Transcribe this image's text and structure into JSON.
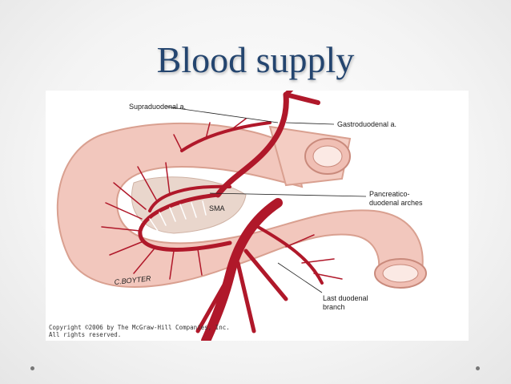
{
  "slide": {
    "title": "Blood supply"
  },
  "diagram": {
    "labels": {
      "supraduodenal": "Supraduodenal a.",
      "gastroduodenal": "Gastroduodenal a.",
      "pancreatico_line1": "Pancreatico-",
      "pancreatico_line2": "duodenal arches",
      "sma": "SMA",
      "last_duodenal_line1": "Last duodenal",
      "last_duodenal_line2": "branch",
      "signature": "C.BOYTER"
    },
    "copyright_line1": "Copyright ©2006 by The McGraw-Hill Companies, Inc.",
    "copyright_line2": "All rights reserved."
  },
  "colors": {
    "title": "#24456f",
    "artery": "#b0182a",
    "duodenum": "#f2c7bd",
    "duodenum_edge": "#d9a090"
  }
}
